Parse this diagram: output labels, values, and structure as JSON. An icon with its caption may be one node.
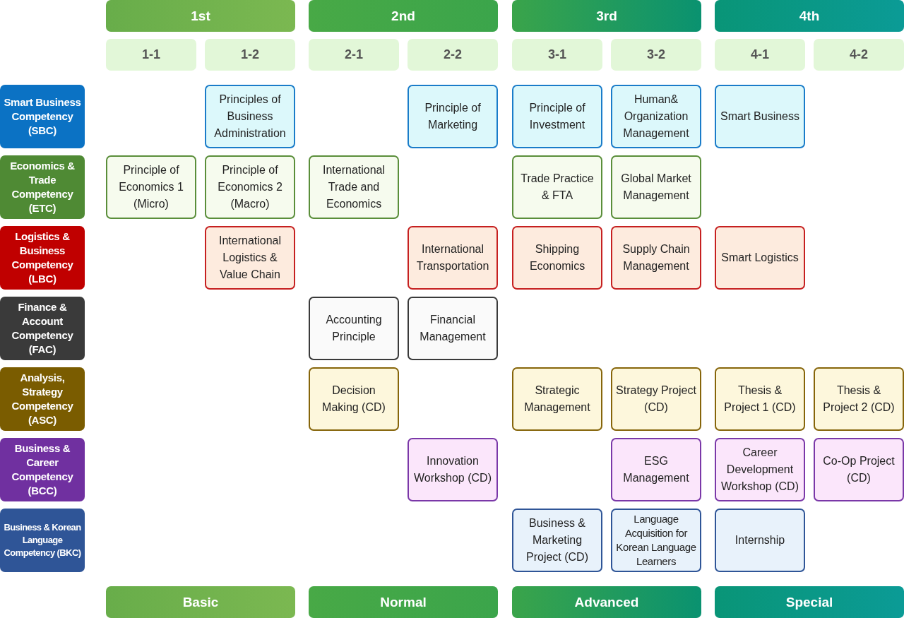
{
  "diagram": {
    "nodes": [
      {
        "text": [
          "1st"
        ]
      },
      {
        "text": [
          "2nd"
        ]
      },
      {
        "text": [
          "3rd"
        ]
      },
      {
        "text": [
          "4th"
        ]
      },
      {
        "text": [
          "1-1"
        ]
      },
      {
        "text": [
          "1-2"
        ]
      },
      {
        "text": [
          "2-1"
        ]
      },
      {
        "text": [
          "2-2"
        ]
      },
      {
        "text": [
          "3-1"
        ]
      },
      {
        "text": [
          "3-2"
        ]
      },
      {
        "text": [
          "4-1"
        ]
      },
      {
        "text": [
          "4-2"
        ]
      },
      {
        "text": [
          "Smart Business Competency (SBC)"
        ]
      },
      {
        "text": [
          "Principles of Business Administration"
        ]
      },
      {
        "text": [
          "Principle of Marketing"
        ]
      },
      {
        "text": [
          "Principle of Investment"
        ]
      },
      {
        "text": [
          "Human& Organization Management"
        ]
      },
      {
        "text": [
          "Smart Business"
        ]
      },
      {
        "text": [
          "Economics & Trade Competency (ETC)"
        ]
      },
      {
        "text": [
          "Principle of Economics 1 (Micro)"
        ]
      },
      {
        "text": [
          "Principle of Economics 2 (Macro)"
        ]
      },
      {
        "text": [
          "International Trade and Economics"
        ]
      },
      {
        "text": [
          "Trade Practice & FTA"
        ]
      },
      {
        "text": [
          "Global Market Management"
        ]
      },
      {
        "text": [
          "Logistics & Business Competency (LBC)"
        ]
      },
      {
        "text": [
          "International Logistics & Value Chain"
        ]
      },
      {
        "text": [
          "International Transportation"
        ]
      },
      {
        "text": [
          "Shipping Economics"
        ]
      },
      {
        "text": [
          "Supply Chain Management"
        ]
      },
      {
        "text": [
          "Smart Logistics"
        ]
      },
      {
        "text": [
          "Finance & Account Competency (FAC)"
        ]
      },
      {
        "text": [
          "Accounting Principle"
        ]
      },
      {
        "text": [
          "Financial Management"
        ]
      },
      {
        "text": [
          "Analysis, Strategy Competency (ASC)"
        ]
      },
      {
        "text": [
          "Decision Making (CD)"
        ]
      },
      {
        "text": [
          "Strategic Management"
        ]
      },
      {
        "text": [
          "Strategy Project (CD)"
        ]
      },
      {
        "text": [
          "Thesis & Project 1 (CD)"
        ]
      },
      {
        "text": [
          "Thesis & Project 2 (CD)"
        ]
      },
      {
        "text": [
          "Business & Career Competency (BCC)"
        ]
      },
      {
        "text": [
          "Innovation Workshop (CD)"
        ]
      },
      {
        "text": [
          "ESG Management"
        ]
      },
      {
        "text": [
          "Career Development Workshop (CD)"
        ]
      },
      {
        "text": [
          "Co-Op Project (CD)"
        ]
      },
      {
        "text": [
          "Business & Korean Language Competency (BKC)"
        ]
      },
      {
        "text": [
          "Business & Marketing Project (CD)"
        ]
      },
      {
        "text": [
          "Language Acquisition for Korean Language Learners"
        ]
      },
      {
        "text": [
          "Internship"
        ]
      },
      {
        "text": [
          "Basic"
        ]
      },
      {
        "text": [
          "Normal"
        ]
      },
      {
        "text": [
          "Advanced"
        ]
      },
      {
        "text": [
          "Special"
        ]
      }
    ]
  }
}
